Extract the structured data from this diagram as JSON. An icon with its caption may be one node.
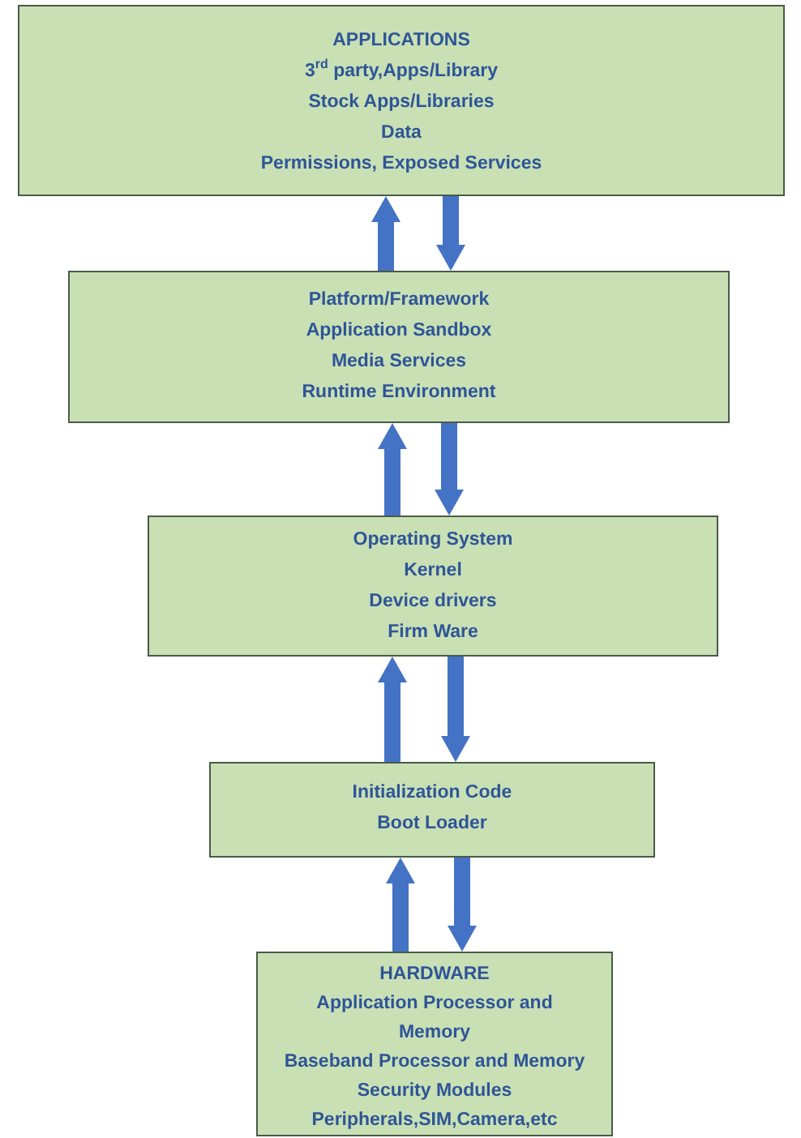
{
  "diagram": {
    "nodes": [
      {
        "text": [
          "APPLICATIONS",
          "3$^{rd}$ party,Apps/Library",
          "Stock Apps/Libraries",
          "Data",
          "Permissions, Exposed Services"
        ]
      },
      {
        "text": [
          "Platform/Framework",
          "Application Sandbox",
          "Media Services",
          "Runtime Environment"
        ]
      },
      {
        "text": [
          "Operating System",
          "Kernel",
          "Device drivers",
          "Firm Ware"
        ]
      },
      {
        "text": [
          "Initialization Code",
          "Boot Loader"
        ]
      },
      {
        "text": [
          "HARDWARE",
          "Application Processor and Memory",
          "Baseband Processor and Memory",
          "Security Modules",
          "Peripherals,SIM,Camera,etc"
        ]
      }
    ],
    "edges": [
      {
        "from": 1,
        "to": 0,
        "arrow": "to"
      },
      {
        "from": 0,
        "to": 1,
        "arrow": "to"
      },
      {
        "from": 2,
        "to": 1,
        "arrow": "to"
      },
      {
        "from": 1,
        "to": 2,
        "arrow": "to"
      },
      {
        "from": 3,
        "to": 2,
        "arrow": "to"
      },
      {
        "from": 2,
        "to": 3,
        "arrow": "to"
      },
      {
        "from": 4,
        "to": 3,
        "arrow": "to"
      },
      {
        "from": 3,
        "to": 4,
        "arrow": "to"
      }
    ]
  }
}
